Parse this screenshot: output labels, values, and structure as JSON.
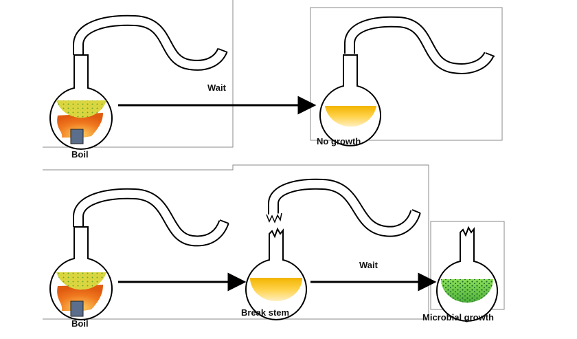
{
  "labels": {
    "wait_top": "Wait",
    "boil_top": "Boil",
    "no_growth": "No growth",
    "boil_bottom": "Boil",
    "break_stem": "Break stem",
    "wait_bottom": "Wait",
    "microbial_growth": "Microbial growth"
  },
  "colors": {
    "broth": "#F5C000",
    "broth_light": "#FFE9A8",
    "flame": "#F07A20",
    "burner": "#5B6E8C",
    "growth": "#7FD04C",
    "growth_dots": "#1E6B2A",
    "yellow_dots": "#C8D23A"
  }
}
